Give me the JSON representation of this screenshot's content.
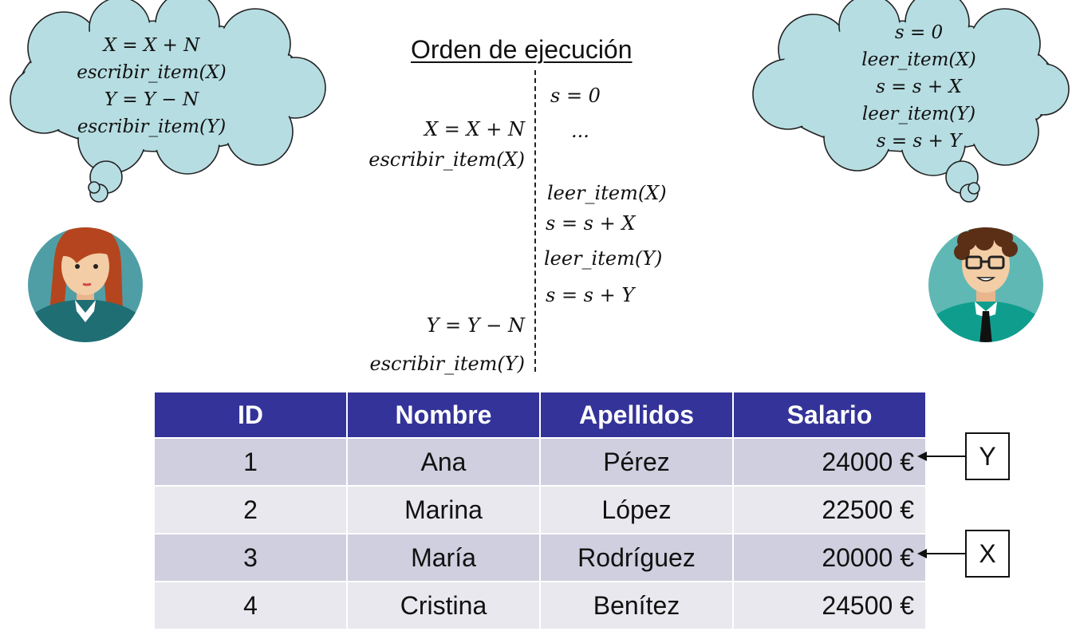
{
  "title": "Orden de ejecución",
  "left_cloud": [
    "X  =  X + N",
    "escribir_item(X)",
    "Y  = Y  − N",
    "escribir_item(Y)"
  ],
  "right_cloud": [
    "s = 0",
    "leer_item(X)",
    "s = s + X",
    "leer_item(Y)",
    "s = s + Y"
  ],
  "timeline": {
    "right_s0": "s = 0",
    "left_xn": "X = X + N",
    "right_dots": "...",
    "left_write_x": "escribir_item(X)",
    "right_read_x": "leer_item(X)",
    "right_sx": "s = s + X",
    "right_read_y": "leer_item(Y)",
    "right_sy": "s = s + Y",
    "left_yn": "Y = Y − N",
    "left_write_y": "escribir_item(Y)"
  },
  "table": {
    "headers": [
      "ID",
      "Nombre",
      "Apellidos",
      "Salario"
    ],
    "rows": [
      [
        "1",
        "Ana",
        "Pérez",
        "24000 €"
      ],
      [
        "2",
        "Marina",
        "López",
        "22500 €"
      ],
      [
        "3",
        "María",
        "Rodríguez",
        "20000 €"
      ],
      [
        "4",
        "Cristina",
        "Benítez",
        "24500 €"
      ]
    ]
  },
  "pointers": {
    "row1": "Y",
    "row3": "X"
  },
  "colors": {
    "cloud": "#b6dde2",
    "header": "#333399",
    "row_odd": "#cfcfdf",
    "row_even": "#e8e8ee",
    "avatar_bg": "#4f9ea5"
  },
  "icons": [
    "woman-avatar-icon",
    "man-avatar-icon",
    "thought-cloud-icon",
    "arrow-left-icon"
  ]
}
